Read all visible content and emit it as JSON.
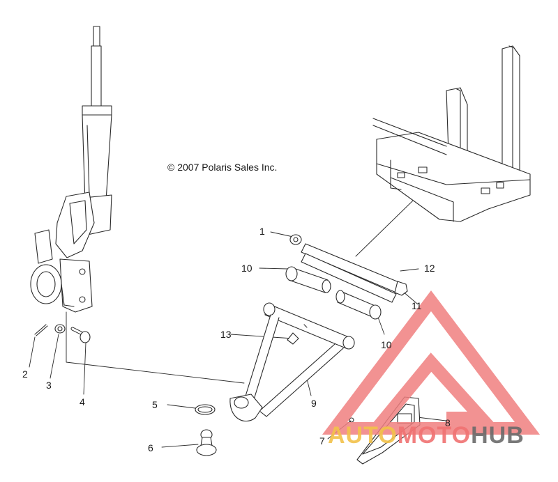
{
  "copyright": "© 2007 Polaris Sales Inc.",
  "callouts": [
    "1",
    "2",
    "3",
    "4",
    "5",
    "6",
    "7",
    "8",
    "9",
    "10",
    "10",
    "11",
    "12",
    "13"
  ],
  "watermark": {
    "part1": "AUTO",
    "part2": "MOTO",
    "part3": "HUB"
  },
  "colors": {
    "line": "#2a2a2a",
    "watermark_red": "#f08080",
    "watermark_yellow": "#f2c24a",
    "watermark_gray": "#6b6b6b"
  }
}
